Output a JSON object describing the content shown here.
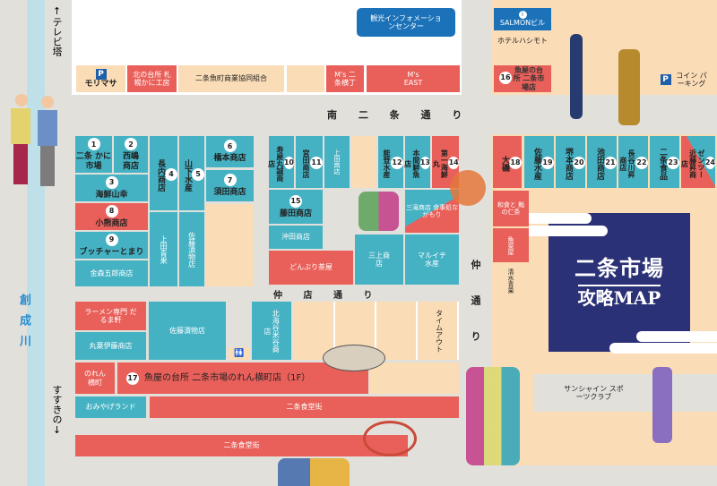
{
  "landmarks": {
    "tv_tower": "↑テレビ塔",
    "susukino": "すすきの↓",
    "river": "創成川"
  },
  "streets": {
    "minami2jo": "南 二 条 通 り",
    "nakamise": "仲 店 通 り",
    "nakadori": "仲 通 り"
  },
  "info_center": "観光インフォメーションセンター",
  "top_row": {
    "parking_morimasa": "モリマサ",
    "parking_icon": "P",
    "kitanodaidokoro": "北の台所 札幌かに工房",
    "kumiai": "二条魚町商業協同組合",
    "ms_yokocho": "M's 二条横丁",
    "ms_east": "M's EAST"
  },
  "top_right": {
    "salmon_icon": "i",
    "salmon": "SALMONビル",
    "hotel": "ホテルハシモト",
    "shop16_num": "16",
    "shop16": "魚屋の台所 二条市場店",
    "coin_parking": "コイン パーキング"
  },
  "block_a": {
    "s1": {
      "num": "1",
      "name": "二条 かに市場"
    },
    "s2": {
      "num": "2",
      "name": "西嶋 商店"
    },
    "s3": {
      "num": "3",
      "name": "海鮮山幸"
    },
    "s8": {
      "num": "8",
      "name": "小熊商店"
    },
    "s9": {
      "num": "9",
      "name": "ブッチャーとまり"
    },
    "kanamori": "金森五郎商店",
    "s4": {
      "num": "4",
      "name": "長内商店"
    },
    "ueda_seika": "上田青果",
    "s5": {
      "num": "5",
      "name": "山下水産"
    },
    "sato_tsukemono": "佐藤漬物店",
    "s6": {
      "num": "6",
      "name": "橋本商店"
    },
    "s7": {
      "num": "7",
      "name": "須田商店"
    }
  },
  "block_b": {
    "s10": {
      "num": "10",
      "name": "寿屋丸誠商店"
    },
    "s11": {
      "num": "11",
      "name": "宮田商店"
    },
    "ueda_shoten": "上田商店",
    "s12": {
      "num": "12",
      "name": "能登水産"
    },
    "s13": {
      "num": "13",
      "name": "本間鮮魚店"
    },
    "s14": {
      "num": "14",
      "name": "第一海鮮丸"
    },
    "s15": {
      "num": "15",
      "name": "藤田商店"
    },
    "okita": "沖田商店",
    "donburi": "どんぶり茶屋",
    "mikami": "三上商店",
    "mitaki": "三滝商店 食事処ながもり",
    "maruichi": "マルイチ水産"
  },
  "block_c": {
    "ramen": "ラーメン専門 だるま軒",
    "sato_tsukemono2": "佐藤漬物店",
    "maruha_ito": "丸葉伊藤商店",
    "kitakaiya": "北海谷米谷商店",
    "timeout": "タイムアウト",
    "noren": "のれん横町",
    "s17": {
      "num": "17",
      "name": "魚屋の台所 二条市場のれん横町店（1F）"
    },
    "omiyage": "おみやげランド",
    "shokudo1": "二条食堂街",
    "shokudo2": "二条食堂街"
  },
  "block_d": {
    "s18": {
      "num": "18",
      "name": "大磯"
    },
    "s19": {
      "num": "19",
      "name": "佐藤水産"
    },
    "s20": {
      "num": "20",
      "name": "堺本商店"
    },
    "s21": {
      "num": "21",
      "name": "池田商店"
    },
    "s22": {
      "num": "22",
      "name": "長谷川昇商店"
    },
    "s23": {
      "num": "23",
      "name": "二条食品"
    },
    "s24": {
      "num": "24",
      "name": "ゼンツー近藤昇商店"
    },
    "washoku": "和食と 鮨の仁条",
    "gyosaiya": "魚菜屋",
    "shimizu": "清水青果",
    "sunshine": "サンシャイン スポーツクラブ"
  },
  "title": {
    "main": "二条市場",
    "sub": "攻略MAP"
  },
  "colors": {
    "teal": "#45b2c4",
    "red": "#e9605a",
    "peach": "#fadcb6",
    "navy": "#2b3177",
    "river": "#bfe0e8"
  }
}
